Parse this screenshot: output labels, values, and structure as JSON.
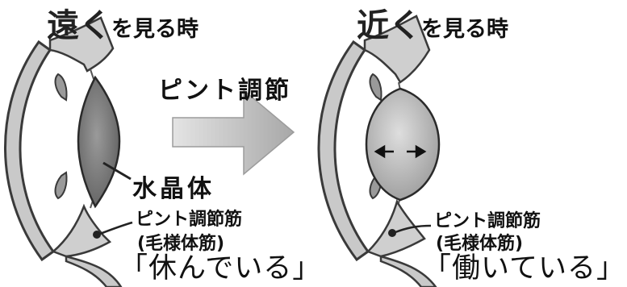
{
  "left_panel": {
    "title_big": "遠く",
    "title_rest": "を見る時",
    "muscle_label": "ピント調節筋",
    "muscle_sub": "(毛様体筋)",
    "state": "「休んでいる」"
  },
  "center": {
    "arrow_label": "ピント調節",
    "lens_label": "水晶体"
  },
  "right_panel": {
    "title_big": "近く",
    "title_rest": "を見る時",
    "muscle_label": "ピント調節筋",
    "muscle_sub": "(毛様体筋)",
    "state": "「働いている」"
  },
  "colors": {
    "tissue": "#c9c9c9",
    "lens_relaxed": "#8a8a8a",
    "lens_active": "#b4b4b4",
    "arrow": "#bdbdbd",
    "ink": "#111111"
  }
}
